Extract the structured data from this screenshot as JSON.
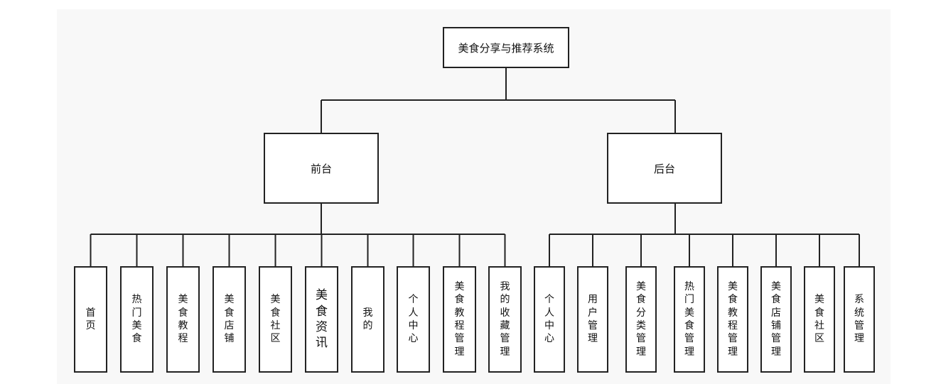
{
  "root": {
    "label": "美食分享与推荐系统"
  },
  "front": {
    "label": "前台",
    "children": [
      "首页",
      "热门美食",
      "美食教程",
      "美食店铺",
      "美食社区",
      "美食资讯",
      "我的",
      "个人中心",
      "美食教程管理",
      "我的收藏管理"
    ]
  },
  "back": {
    "label": "后台",
    "children": [
      "个人中心",
      "用户管理",
      "美食分类管理",
      "热门美食管理",
      "美食教程管理",
      "美食店铺管理",
      "美食社区",
      "系统管理"
    ]
  },
  "colors": {
    "line": "#222222",
    "box_border": "#222222",
    "canvas": "#f8f8f8"
  }
}
